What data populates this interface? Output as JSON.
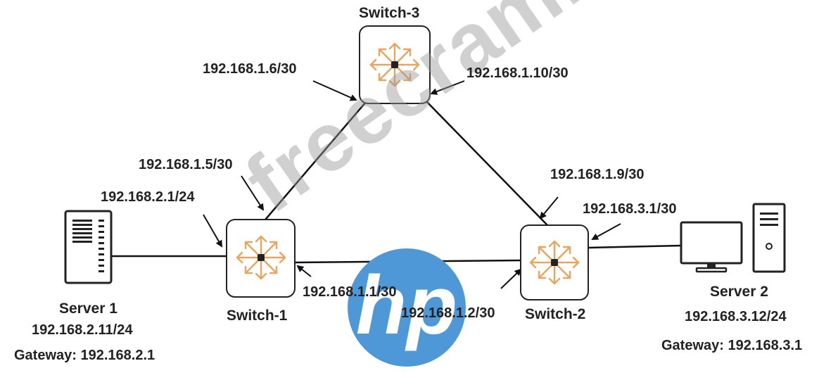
{
  "colors": {
    "line": "#111111",
    "switch_arrow": "#e8a55f",
    "switch_border": "#222222",
    "watermark": "#9a9a9a",
    "logo": "#4e98d8"
  },
  "watermark": {
    "text": "freecram.net"
  },
  "logo": {
    "name": "hp-logo",
    "text": "hp"
  },
  "nodes": {
    "switch1": {
      "name": "Switch-1",
      "icon": "switch-icon"
    },
    "switch2": {
      "name": "Switch-2",
      "icon": "switch-icon"
    },
    "switch3": {
      "name": "Switch-3",
      "icon": "switch-icon"
    },
    "server1": {
      "name": "Server 1",
      "ip": "192.168.2.11/24",
      "gateway": "Gateway: 192.168.2.1",
      "icon": "server-icon"
    },
    "server2": {
      "name": "Server 2",
      "ip": "192.168.3.12/24",
      "gateway": "Gateway: 192.168.3.1",
      "icon": "server-icon"
    }
  },
  "interfaces": {
    "sw3_to_sw1": "192.168.1.6/30",
    "sw3_to_sw2": "192.168.1.10/30",
    "sw1_to_sw3": "192.168.1.5/30",
    "sw1_to_server1": "192.168.2.1/24",
    "sw2_to_sw3": "192.168.1.9/30",
    "sw2_to_server2": "192.168.3.1/30",
    "sw1_to_sw2": "192.168.1.1/30",
    "sw2_to_sw1": "192.168.1.2/30"
  }
}
